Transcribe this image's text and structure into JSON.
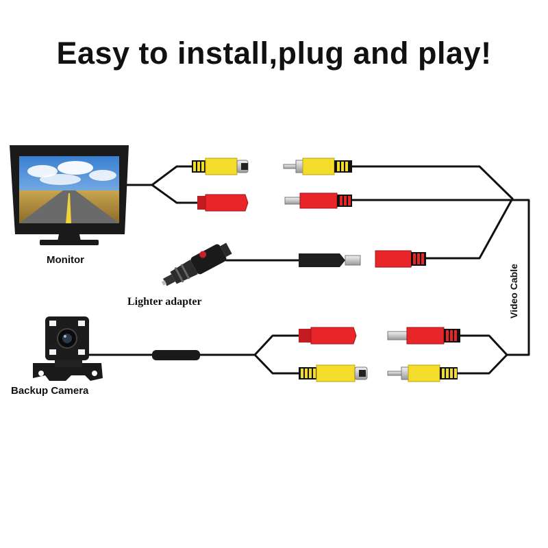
{
  "title": "Easy to install,plug and play!",
  "labels": {
    "monitor": "Monitor",
    "lighter_adapter": "Lighter adapter",
    "backup_camera": "Backup Camera",
    "video_cable": "Video Cable"
  },
  "colors": {
    "rca_yellow": "#f4dd2a",
    "rca_red": "#e8262a",
    "cable": "#111111",
    "sky": "#4a8fd8",
    "road": "#6f6f6f"
  },
  "icons": [
    "monitor-icon",
    "lighter-adapter-icon",
    "backup-camera-icon",
    "rca-connector-icon"
  ]
}
